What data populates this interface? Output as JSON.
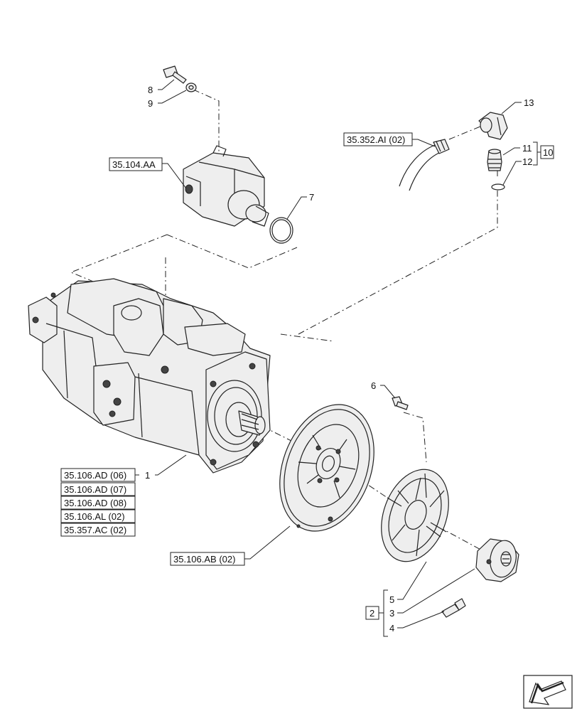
{
  "callouts": {
    "c1": "1",
    "c2": "2",
    "c3": "3",
    "c4": "4",
    "c5": "5",
    "c6": "6",
    "c7": "7",
    "c8": "8",
    "c9": "9",
    "c10": "10",
    "c11": "11",
    "c12": "12",
    "c13": "13"
  },
  "references": {
    "r_35_104_AA": "35.104.AA",
    "r_35_352_AI": "35.352.AI (02)",
    "r_35_106_AD_06": "35.106.AD (06)",
    "r_35_106_AD_07": "35.106.AD (07)",
    "r_35_106_AD_08": "35.106.AD (08)",
    "r_35_106_AL_02": "35.106.AL (02)",
    "r_35_357_AC_02": "35.357.AC (02)",
    "r_35_106_AB_02": "35.106.AB (02)"
  },
  "nav_icon": "arrow-icon"
}
